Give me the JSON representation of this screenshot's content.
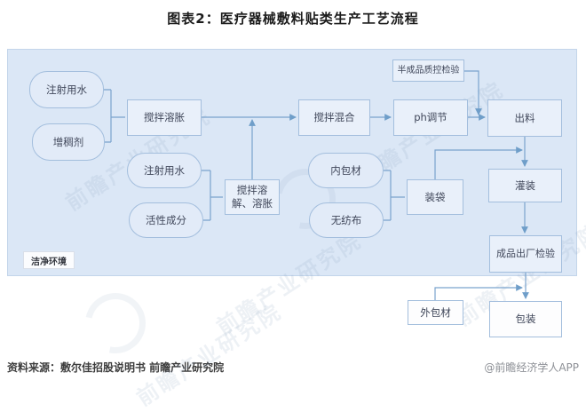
{
  "title": "图表2：医疗器械敷料贴类生产工艺流程",
  "flowchart": {
    "region_label": "洁净环境",
    "nodes": {
      "injection_water_1": {
        "label": "注射用水",
        "shape": "stadium"
      },
      "thickener": {
        "label": "增稠剂",
        "shape": "stadium"
      },
      "stir_swell": {
        "label": "搅拌溶胀",
        "shape": "rect"
      },
      "injection_water_2": {
        "label": "注射用水",
        "shape": "stadium"
      },
      "active_ingredient": {
        "label": "活性成分",
        "shape": "stadium"
      },
      "stir_dissolve_swell": {
        "label": "搅拌溶解、溶胀",
        "shape": "rect"
      },
      "stir_mix": {
        "label": "搅拌混合",
        "shape": "rect"
      },
      "ph_adjust": {
        "label": "ph调节",
        "shape": "rect"
      },
      "semi_qc": {
        "label": "半成品质控检验",
        "shape": "rect"
      },
      "discharge": {
        "label": "出料",
        "shape": "rect"
      },
      "inner_packaging": {
        "label": "内包材",
        "shape": "stadium"
      },
      "nonwoven": {
        "label": "无纺布",
        "shape": "stadium"
      },
      "bagging": {
        "label": "装袋",
        "shape": "rect"
      },
      "filling": {
        "label": "灌装",
        "shape": "rect"
      },
      "final_qc": {
        "label": "成品出厂检验",
        "shape": "rect"
      },
      "outer_packaging": {
        "label": "外包材",
        "shape": "rect"
      },
      "packing": {
        "label": "包装",
        "shape": "rect"
      }
    },
    "edges": [
      {
        "from": "注射用水",
        "to": "搅拌溶胀"
      },
      {
        "from": "增稠剂",
        "to": "搅拌溶胀"
      },
      {
        "from": "搅拌溶胀",
        "to": "搅拌混合"
      },
      {
        "from": "注射用水",
        "to": "搅拌溶解、溶胀"
      },
      {
        "from": "活性成分",
        "to": "搅拌溶解、溶胀"
      },
      {
        "from": "搅拌溶解、溶胀",
        "to": "搅拌混合"
      },
      {
        "from": "搅拌混合",
        "to": "ph调节"
      },
      {
        "from": "ph调节",
        "to": "出料"
      },
      {
        "from": "半成品质控检验",
        "to": "出料"
      },
      {
        "from": "出料",
        "to": "灌装"
      },
      {
        "from": "内包材",
        "to": "装袋"
      },
      {
        "from": "无纺布",
        "to": "装袋"
      },
      {
        "from": "装袋",
        "to": "灌装"
      },
      {
        "from": "灌装",
        "to": "成品出厂检验"
      },
      {
        "from": "成品出厂检验",
        "to": "包装"
      },
      {
        "from": "外包材",
        "to": "包装"
      }
    ]
  },
  "colors": {
    "container_fill": "#dbe7f6",
    "node_fill": "#e9f0fa",
    "node_border": "#a3bedd",
    "line": "#7aa3cd",
    "title_text": "#1c1c1c",
    "node_text": "#40475a"
  },
  "watermark": {
    "text": "前瞻产业研究院"
  },
  "footer": {
    "source": "资料来源：敷尔佳招股说明书 前瞻产业研究院",
    "credit": "@前瞻经济学人APP"
  }
}
